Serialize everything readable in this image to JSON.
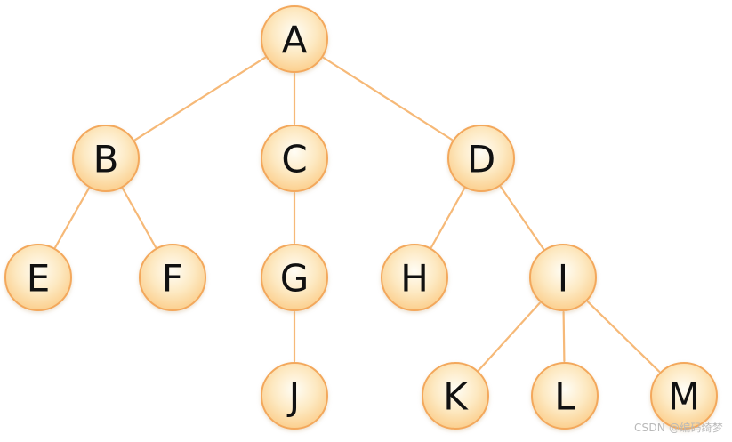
{
  "tree": {
    "nodes": [
      {
        "id": "A",
        "label": "A"
      },
      {
        "id": "B",
        "label": "B"
      },
      {
        "id": "C",
        "label": "C"
      },
      {
        "id": "D",
        "label": "D"
      },
      {
        "id": "E",
        "label": "E"
      },
      {
        "id": "F",
        "label": "F"
      },
      {
        "id": "G",
        "label": "G"
      },
      {
        "id": "H",
        "label": "H"
      },
      {
        "id": "I",
        "label": "I"
      },
      {
        "id": "J",
        "label": "J"
      },
      {
        "id": "K",
        "label": "K"
      },
      {
        "id": "L",
        "label": "L"
      },
      {
        "id": "M",
        "label": "M"
      }
    ],
    "edges": [
      [
        "A",
        "B"
      ],
      [
        "A",
        "C"
      ],
      [
        "A",
        "D"
      ],
      [
        "B",
        "E"
      ],
      [
        "B",
        "F"
      ],
      [
        "C",
        "G"
      ],
      [
        "G",
        "J"
      ],
      [
        "D",
        "H"
      ],
      [
        "D",
        "I"
      ],
      [
        "I",
        "K"
      ],
      [
        "I",
        "L"
      ],
      [
        "I",
        "M"
      ]
    ],
    "colors": {
      "edge": "#f6b978",
      "node_border": "#f3a85c",
      "node_fill_center": "#fffdf5",
      "node_fill_edge": "#fbcf8e"
    }
  },
  "watermark": "CSDN @编码绮梦"
}
